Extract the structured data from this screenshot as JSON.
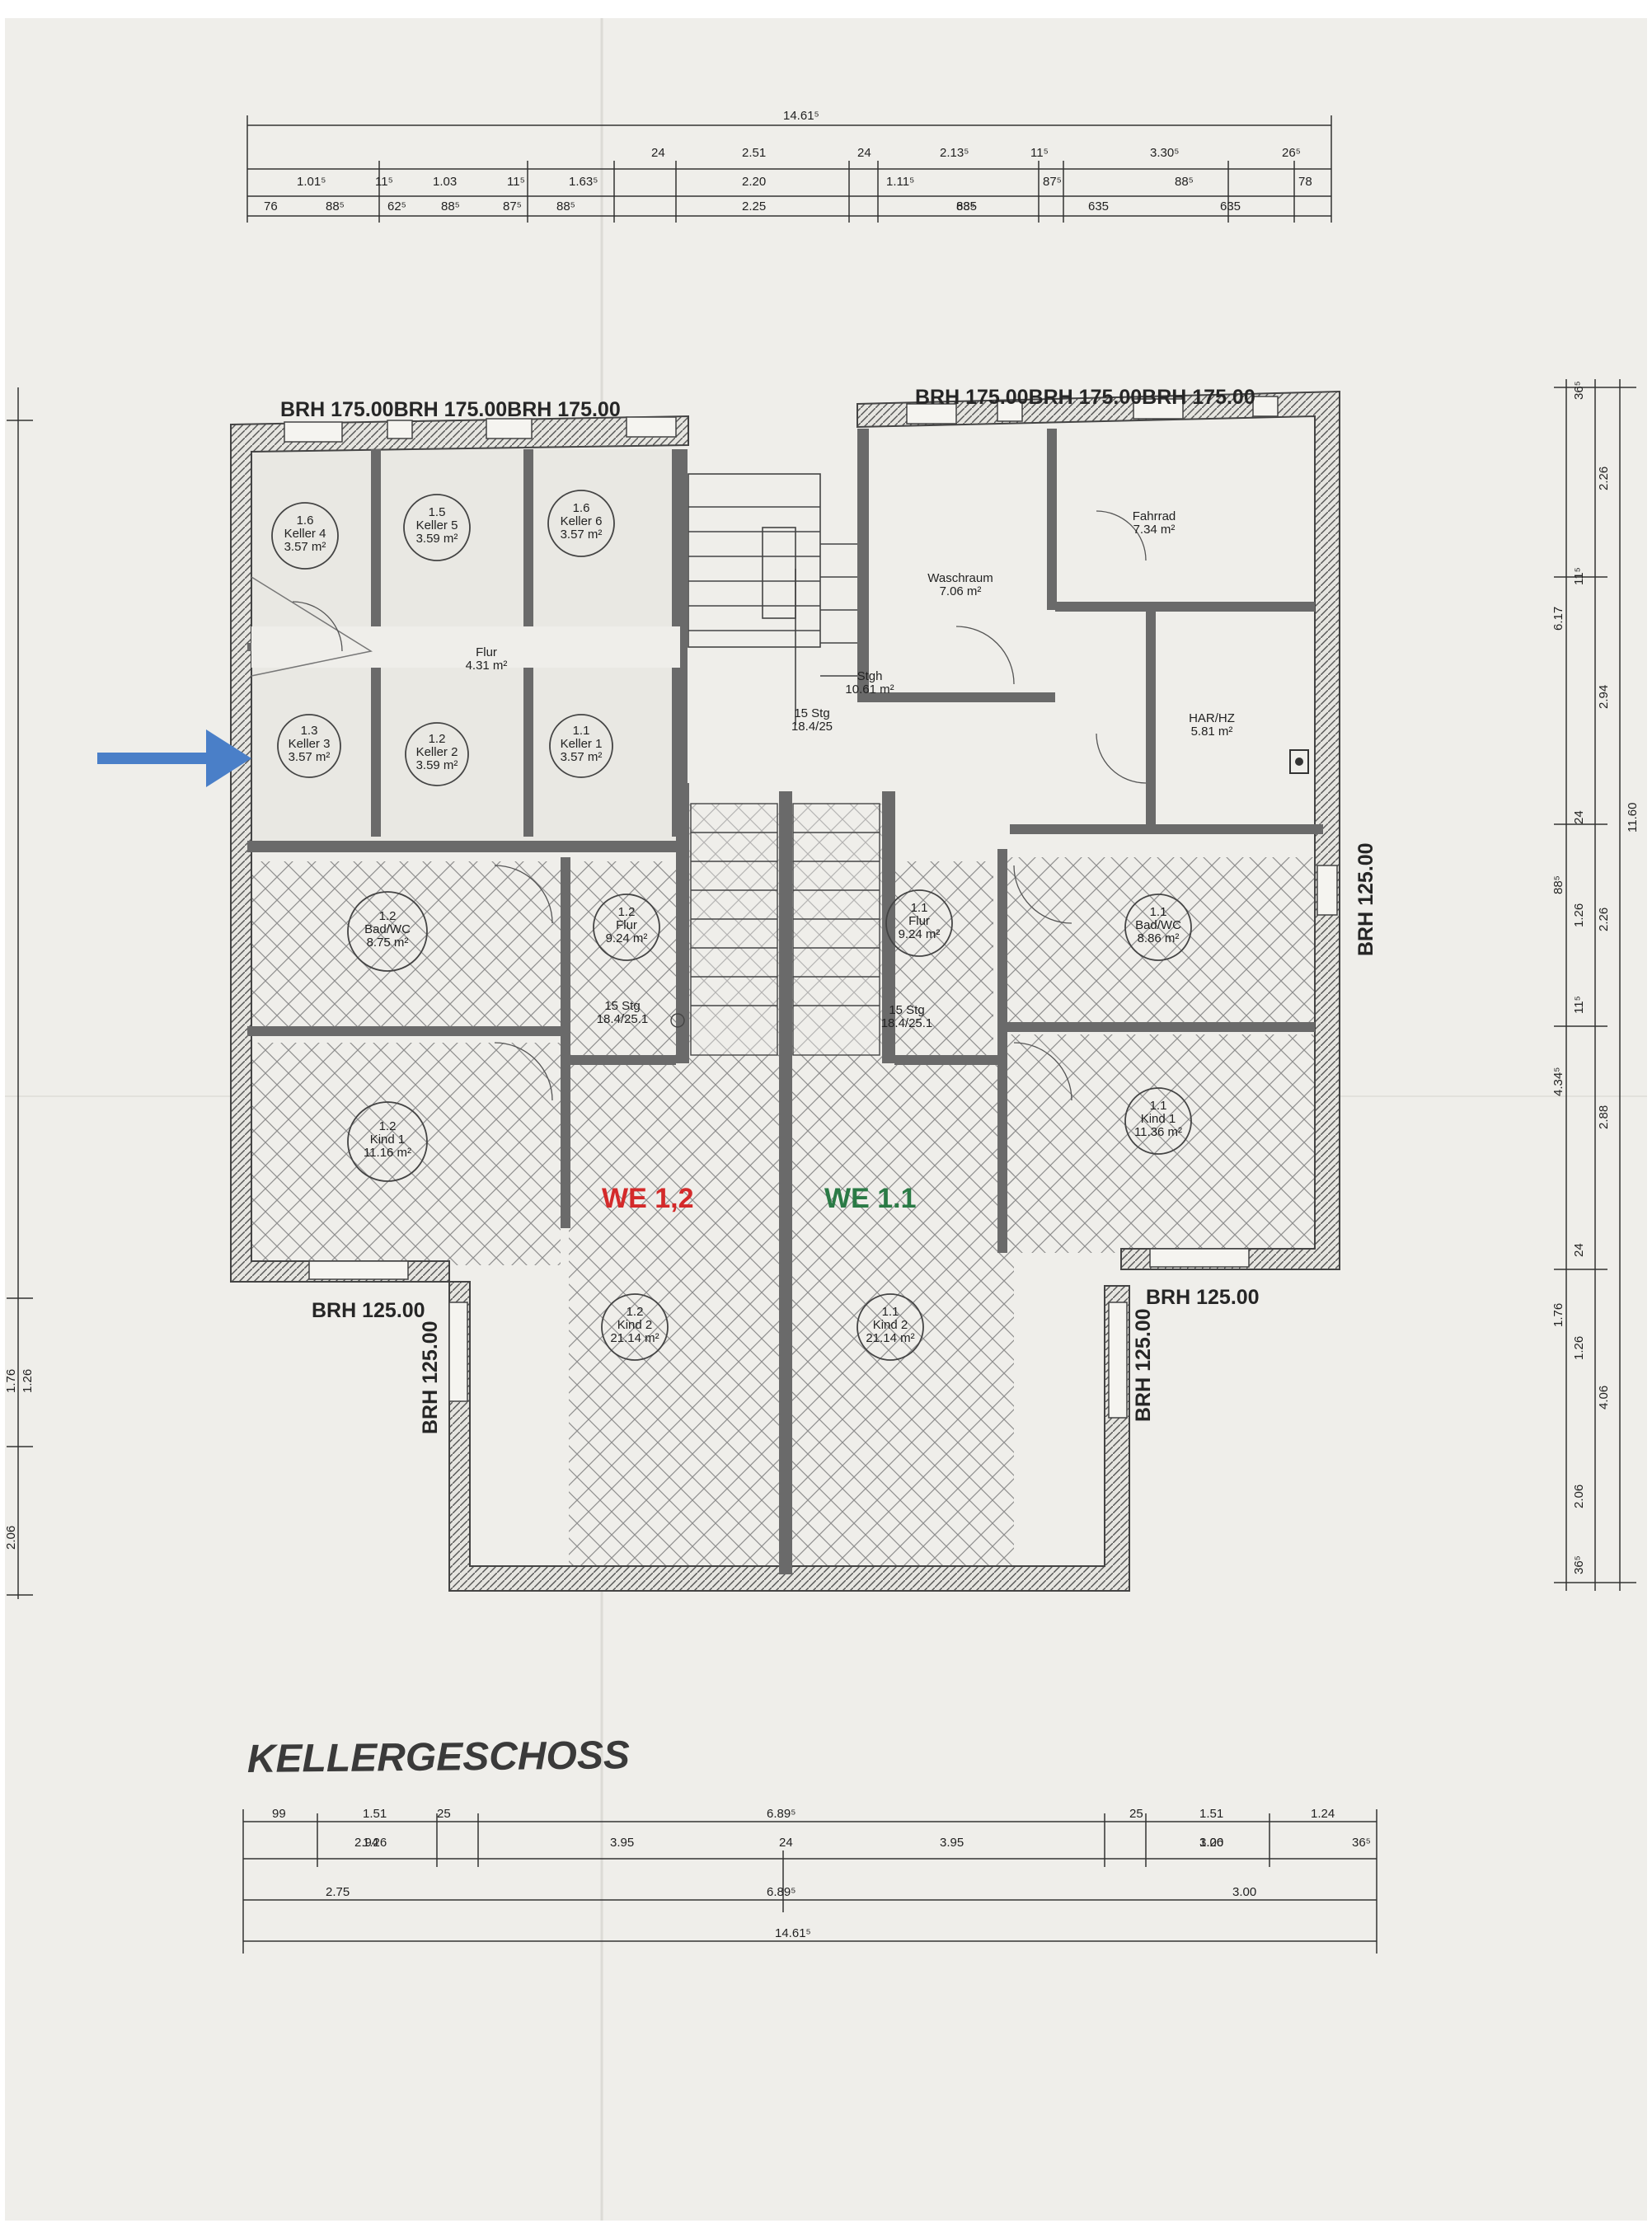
{
  "plan": {
    "title": "KELLERGESCHOSS",
    "colors": {
      "paper": "#efeeea",
      "wall": "#5a5a5a",
      "hatch": "#8a8a8a",
      "we12": "#d42a2a",
      "we11": "#2a7a45",
      "arrow": "#4a7fc8"
    },
    "brh": {
      "north_left": "BRH 175.00BRH 175.00BRH 175.00",
      "north_right": "BRH 175.00BRH 175.00BRH 175.00",
      "east": "BRH 125.00",
      "south_left": "BRH 125.00",
      "south_right": "BRH 125.00",
      "sw_vertical": "BRH 125.00",
      "se_vertical": "BRH 125.00"
    },
    "units": {
      "we12": "WE 1,2",
      "we11": "WE 1.1"
    },
    "rooms": [
      {
        "id": "1.6",
        "name": "Keller 4",
        "area": "3.57 m²"
      },
      {
        "id": "1.5",
        "name": "Keller 5",
        "area": "3.59 m²"
      },
      {
        "id": "1.6",
        "name": "Keller 6",
        "area": "3.57 m²"
      },
      {
        "id": "",
        "name": "Flur",
        "area": "4.31 m²"
      },
      {
        "id": "1.3",
        "name": "Keller 3",
        "area": "3.57 m²"
      },
      {
        "id": "1.2",
        "name": "Keller 2",
        "area": "3.59 m²"
      },
      {
        "id": "1.1",
        "name": "Keller 1",
        "area": "3.57 m²"
      },
      {
        "id": "",
        "name": "Waschraum",
        "area": "7.06 m²"
      },
      {
        "id": "",
        "name": "Fahrrad",
        "area": "7.34 m²"
      },
      {
        "id": "",
        "name": "HAR/HZ",
        "area": "5.81 m²"
      },
      {
        "id": "1.2",
        "name": "Bad/WC",
        "area": "8.75 m²"
      },
      {
        "id": "1.2",
        "name": "Flur",
        "area": "9.24 m²"
      },
      {
        "id": "1.1",
        "name": "Flur",
        "area": "9.24 m²"
      },
      {
        "id": "1.1",
        "name": "Bad/WC",
        "area": "8.86 m²"
      },
      {
        "id": "1.2",
        "name": "Kind 1",
        "area": "11.16 m²"
      },
      {
        "id": "1.1",
        "name": "Kind 1",
        "area": "11.36 m²"
      },
      {
        "id": "1.2",
        "name": "Kind 2",
        "area": "21.14 m²"
      },
      {
        "id": "1.1",
        "name": "Kind 2",
        "area": "21.14 m²"
      }
    ],
    "stairs": {
      "top": "15 Stg\n18.4/25",
      "left": "15 Stg\n18.4/25.1",
      "right": "15 Stg\n18.4/25.1",
      "landing": "Stgh\n10.61 m²"
    },
    "dims": {
      "top_total": "14.61⁵",
      "top_row1": [
        "2.51",
        "2.13⁵",
        "3.30⁵",
        "24",
        "24",
        "11⁵",
        "26⁵"
      ],
      "top_row2": [
        "1.01⁵",
        "1.03",
        "1.63⁵",
        "2.20",
        "1.11⁵",
        "78",
        "11⁵",
        "11⁵",
        "87⁵",
        "88⁵"
      ],
      "top_row3": [
        "76",
        "88⁵",
        "62⁵",
        "88⁵",
        "87⁵",
        "88⁵",
        "2.25",
        "88⁵",
        "635",
        "635",
        "635"
      ],
      "bottom_row1": [
        "99",
        "1.51",
        "25",
        "6.89⁵",
        "25",
        "1.51",
        "1.24"
      ],
      "bottom_row2": [
        "1.26",
        "2.94",
        "3.95",
        "24",
        "3.95",
        "1.26",
        "3.00",
        "36⁵"
      ],
      "bottom_row3": [
        "2.75",
        "6.89⁵",
        "3.00"
      ],
      "bottom_total": "14.61⁵",
      "right": [
        "36⁵",
        "2.26",
        "11⁵",
        "6.17",
        "2.94",
        "24",
        "11.60",
        "88⁵",
        "1.26",
        "2.26",
        "11⁵",
        "4.34⁵",
        "2.88",
        "24",
        "1.76",
        "1.26",
        "4.06",
        "2.06",
        "36⁵"
      ],
      "left": [
        "1.76",
        "1.26",
        "2.06"
      ]
    }
  }
}
